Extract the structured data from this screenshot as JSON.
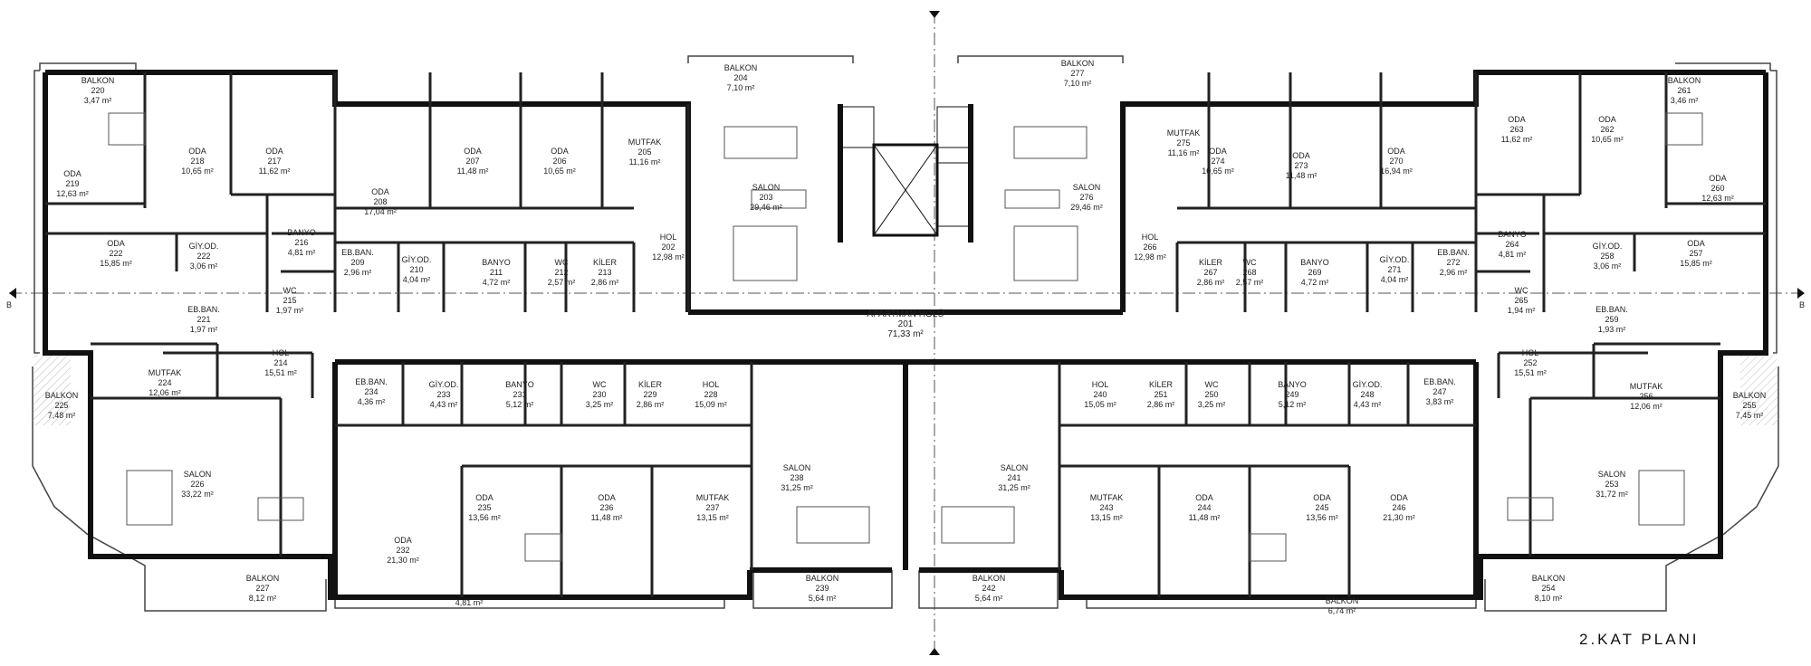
{
  "floor_title": "2.KAT PLANI",
  "section_mark": "B",
  "rooms": [
    {
      "id": "r220",
      "name": "BALKON",
      "no": "220",
      "area": "3,47 m²"
    },
    {
      "id": "r218",
      "name": "ODA",
      "no": "218",
      "area": "10,65 m²"
    },
    {
      "id": "r217",
      "name": "ODA",
      "no": "217",
      "area": "11,62 m²"
    },
    {
      "id": "r219",
      "name": "ODA",
      "no": "219",
      "area": "12,63 m²"
    },
    {
      "id": "r208",
      "name": "ODA",
      "no": "208",
      "area": "17,04 m²"
    },
    {
      "id": "r207",
      "name": "ODA",
      "no": "207",
      "area": "11,48 m²"
    },
    {
      "id": "r206",
      "name": "ODA",
      "no": "206",
      "area": "10,65 m²"
    },
    {
      "id": "r205",
      "name": "MUTFAK",
      "no": "205",
      "area": "11,16 m²"
    },
    {
      "id": "r204",
      "name": "BALKON",
      "no": "204",
      "area": "7,10 m²"
    },
    {
      "id": "r203",
      "name": "SALON",
      "no": "203",
      "area": "29,46 m²"
    },
    {
      "id": "r216",
      "name": "BANYO",
      "no": "216",
      "area": "4,81 m²"
    },
    {
      "id": "r222",
      "name": "ODA",
      "no": "222",
      "area": "15,85 m²"
    },
    {
      "id": "r222b",
      "name": "GİY.OD.",
      "no": "222",
      "area": "3,06 m²"
    },
    {
      "id": "r209",
      "name": "EB.BAN.",
      "no": "209",
      "area": "2,96 m²"
    },
    {
      "id": "r210",
      "name": "GİY.OD.",
      "no": "210",
      "area": "4,04 m²"
    },
    {
      "id": "r211",
      "name": "BANYO",
      "no": "211",
      "area": "4,72 m²"
    },
    {
      "id": "r212",
      "name": "WC",
      "no": "212",
      "area": "2,57 m²"
    },
    {
      "id": "r213",
      "name": "KİLER",
      "no": "213",
      "area": "2,86 m²"
    },
    {
      "id": "r202",
      "name": "HOL",
      "no": "202",
      "area": "12,98 m²"
    },
    {
      "id": "r215",
      "name": "WC",
      "no": "215",
      "area": "1,97 m²"
    },
    {
      "id": "r221",
      "name": "EB.BAN.",
      "no": "221",
      "area": "1,97 m²"
    },
    {
      "id": "r201",
      "name": "APARTMAN HOLÜ",
      "no": "201",
      "area": "71,33 m²"
    },
    {
      "id": "r224",
      "name": "MUTFAK",
      "no": "224",
      "area": "12,06 m²"
    },
    {
      "id": "r214",
      "name": "HOL",
      "no": "214",
      "area": "15,51 m²"
    },
    {
      "id": "r234",
      "name": "EB.BAN.",
      "no": "234",
      "area": "4,36 m²"
    },
    {
      "id": "r233",
      "name": "GİY.OD.",
      "no": "233",
      "area": "4,43 m²"
    },
    {
      "id": "r231",
      "name": "BANYO",
      "no": "231",
      "area": "5,12 m²"
    },
    {
      "id": "r230",
      "name": "WC",
      "no": "230",
      "area": "3,25 m²"
    },
    {
      "id": "r229",
      "name": "KİLER",
      "no": "229",
      "area": "2,86 m²"
    },
    {
      "id": "r228",
      "name": "HOL",
      "no": "228",
      "area": "15,09 m²"
    },
    {
      "id": "r225",
      "name": "BALKON",
      "no": "225",
      "area": "7,48 m²"
    },
    {
      "id": "r226",
      "name": "SALON",
      "no": "226",
      "area": "33,22 m²"
    },
    {
      "id": "r235",
      "name": "ODA",
      "no": "235",
      "area": "13,56 m²"
    },
    {
      "id": "r236",
      "name": "ODA",
      "no": "236",
      "area": "11,48 m²"
    },
    {
      "id": "r237",
      "name": "MUTFAK",
      "no": "237",
      "area": "13,15 m²"
    },
    {
      "id": "r238",
      "name": "SALON",
      "no": "238",
      "area": "31,25 m²"
    },
    {
      "id": "r232",
      "name": "ODA",
      "no": "232",
      "area": "21,30 m²"
    },
    {
      "id": "r227",
      "name": "BALKON",
      "no": "227",
      "area": "8,12 m²"
    },
    {
      "id": "r239",
      "name": "BALKON",
      "no": "239",
      "area": "5,64 m²"
    },
    {
      "id": "rbal481",
      "name": "",
      "no": "",
      "area": "4,81 m²"
    },
    {
      "id": "r277",
      "name": "BALKON",
      "no": "277",
      "area": "7,10 m²"
    },
    {
      "id": "r275",
      "name": "MUTFAK",
      "no": "275",
      "area": "11,16 m²"
    },
    {
      "id": "r274",
      "name": "ODA",
      "no": "274",
      "area": "10,65 m²"
    },
    {
      "id": "r273",
      "name": "ODA",
      "no": "273",
      "area": "11,48 m²"
    },
    {
      "id": "r270",
      "name": "ODA",
      "no": "270",
      "area": "16,94 m²"
    },
    {
      "id": "r263",
      "name": "ODA",
      "no": "263",
      "area": "11,62 m²"
    },
    {
      "id": "r262",
      "name": "ODA",
      "no": "262",
      "area": "10,65 m²"
    },
    {
      "id": "r261",
      "name": "BALKON",
      "no": "261",
      "area": "3,46 m²"
    },
    {
      "id": "r260",
      "name": "ODA",
      "no": "260",
      "area": "12,63 m²"
    },
    {
      "id": "r276",
      "name": "SALON",
      "no": "276",
      "area": "29,46 m²"
    },
    {
      "id": "r266",
      "name": "HOL",
      "no": "266",
      "area": "12,98 m²"
    },
    {
      "id": "r267",
      "name": "KİLER",
      "no": "267",
      "area": "2,86 m²"
    },
    {
      "id": "r268",
      "name": "WC",
      "no": "268",
      "area": "2,57 m²"
    },
    {
      "id": "r269",
      "name": "BANYO",
      "no": "269",
      "area": "4,72 m²"
    },
    {
      "id": "r271",
      "name": "GİY.OD.",
      "no": "271",
      "area": "4,04 m²"
    },
    {
      "id": "r272",
      "name": "EB.BAN.",
      "no": "272",
      "area": "2,96 m²"
    },
    {
      "id": "r264",
      "name": "BANYO",
      "no": "264",
      "area": "4,81 m²"
    },
    {
      "id": "r258",
      "name": "GİY.OD.",
      "no": "258",
      "area": "3,06 m²"
    },
    {
      "id": "r257",
      "name": "ODA",
      "no": "257",
      "area": "15,85 m²"
    },
    {
      "id": "r265",
      "name": "WC",
      "no": "265",
      "area": "1,94 m²"
    },
    {
      "id": "r259",
      "name": "EB.BAN.",
      "no": "259",
      "area": "1,93 m²"
    },
    {
      "id": "r252",
      "name": "HOL",
      "no": "252",
      "area": "15,51 m²"
    },
    {
      "id": "r256",
      "name": "MUTFAK",
      "no": "256",
      "area": "12,06 m²"
    },
    {
      "id": "r255",
      "name": "BALKON",
      "no": "255",
      "area": "7,45 m²"
    },
    {
      "id": "r240",
      "name": "HOL",
      "no": "240",
      "area": "15,05 m²"
    },
    {
      "id": "r251",
      "name": "KİLER",
      "no": "251",
      "area": "2,86 m²"
    },
    {
      "id": "r250",
      "name": "WC",
      "no": "250",
      "area": "3,25 m²"
    },
    {
      "id": "r249",
      "name": "BANYO",
      "no": "249",
      "area": "5,12 m²"
    },
    {
      "id": "r248",
      "name": "GİY.OD.",
      "no": "248",
      "area": "4,43 m²"
    },
    {
      "id": "r247",
      "name": "EB.BAN.",
      "no": "247",
      "area": "3,83 m²"
    },
    {
      "id": "r241",
      "name": "SALON",
      "no": "241",
      "area": "31,25 m²"
    },
    {
      "id": "r243",
      "name": "MUTFAK",
      "no": "243",
      "area": "13,15 m²"
    },
    {
      "id": "r244",
      "name": "ODA",
      "no": "244",
      "area": "11,48 m²"
    },
    {
      "id": "r245",
      "name": "ODA",
      "no": "245",
      "area": "13,56 m²"
    },
    {
      "id": "r246",
      "name": "ODA",
      "no": "246",
      "area": "21,30 m²"
    },
    {
      "id": "r253",
      "name": "SALON",
      "no": "253",
      "area": "31,72 m²"
    },
    {
      "id": "r242",
      "name": "BALKON",
      "no": "242",
      "area": "5,64 m²"
    },
    {
      "id": "r254",
      "name": "BALKON",
      "no": "254",
      "area": "8,10 m²"
    },
    {
      "id": "rbal674",
      "name": "BALKON",
      "no": "",
      "area": "6,74 m²"
    }
  ]
}
